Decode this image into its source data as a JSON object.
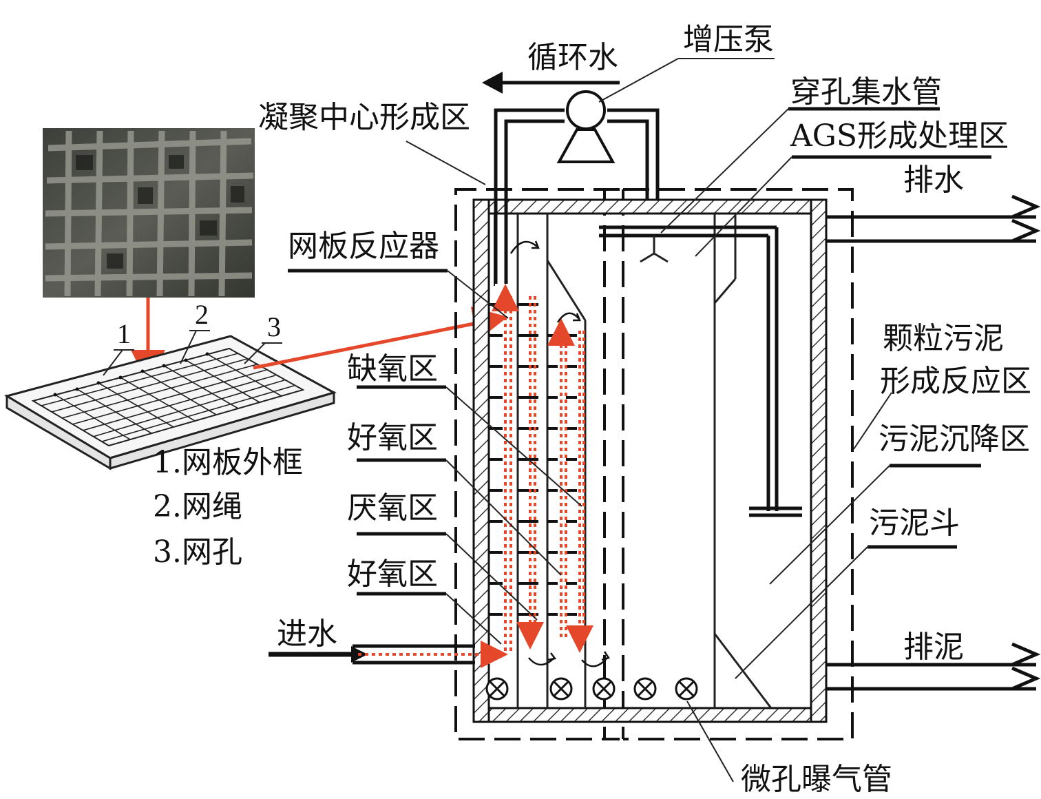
{
  "labels": {
    "circulating_water": "循环水",
    "booster_pump": "增压泵",
    "perforated_pipe": "穿孔集水管",
    "ags_zone": "AGS形成处理区",
    "coagulation_zone": "凝聚中心形成区",
    "drain_water": "排水",
    "mesh_reactor": "网板反应器",
    "anoxic": "缺氧区",
    "aerobic_1": "好氧区",
    "anaerobic": "厌氧区",
    "aerobic_2": "好氧区",
    "inlet": "进水",
    "granular_zone_line1": "颗粒污泥",
    "granular_zone_line2": "形成反应区",
    "settling_zone": "污泥沉降区",
    "sludge_hopper": "污泥斗",
    "drain_sludge": "排泥",
    "aeration_pipe": "微孔曝气管"
  },
  "mesh_legend": {
    "num1": "1",
    "num2": "2",
    "num3": "3",
    "item1": "1.网板外框",
    "item2": "2.网绳",
    "item3": "3.网孔"
  },
  "photo": {
    "description_icon": "mesh-photo-image"
  },
  "colors": {
    "flow": "#e5472a",
    "line": "#111111"
  }
}
